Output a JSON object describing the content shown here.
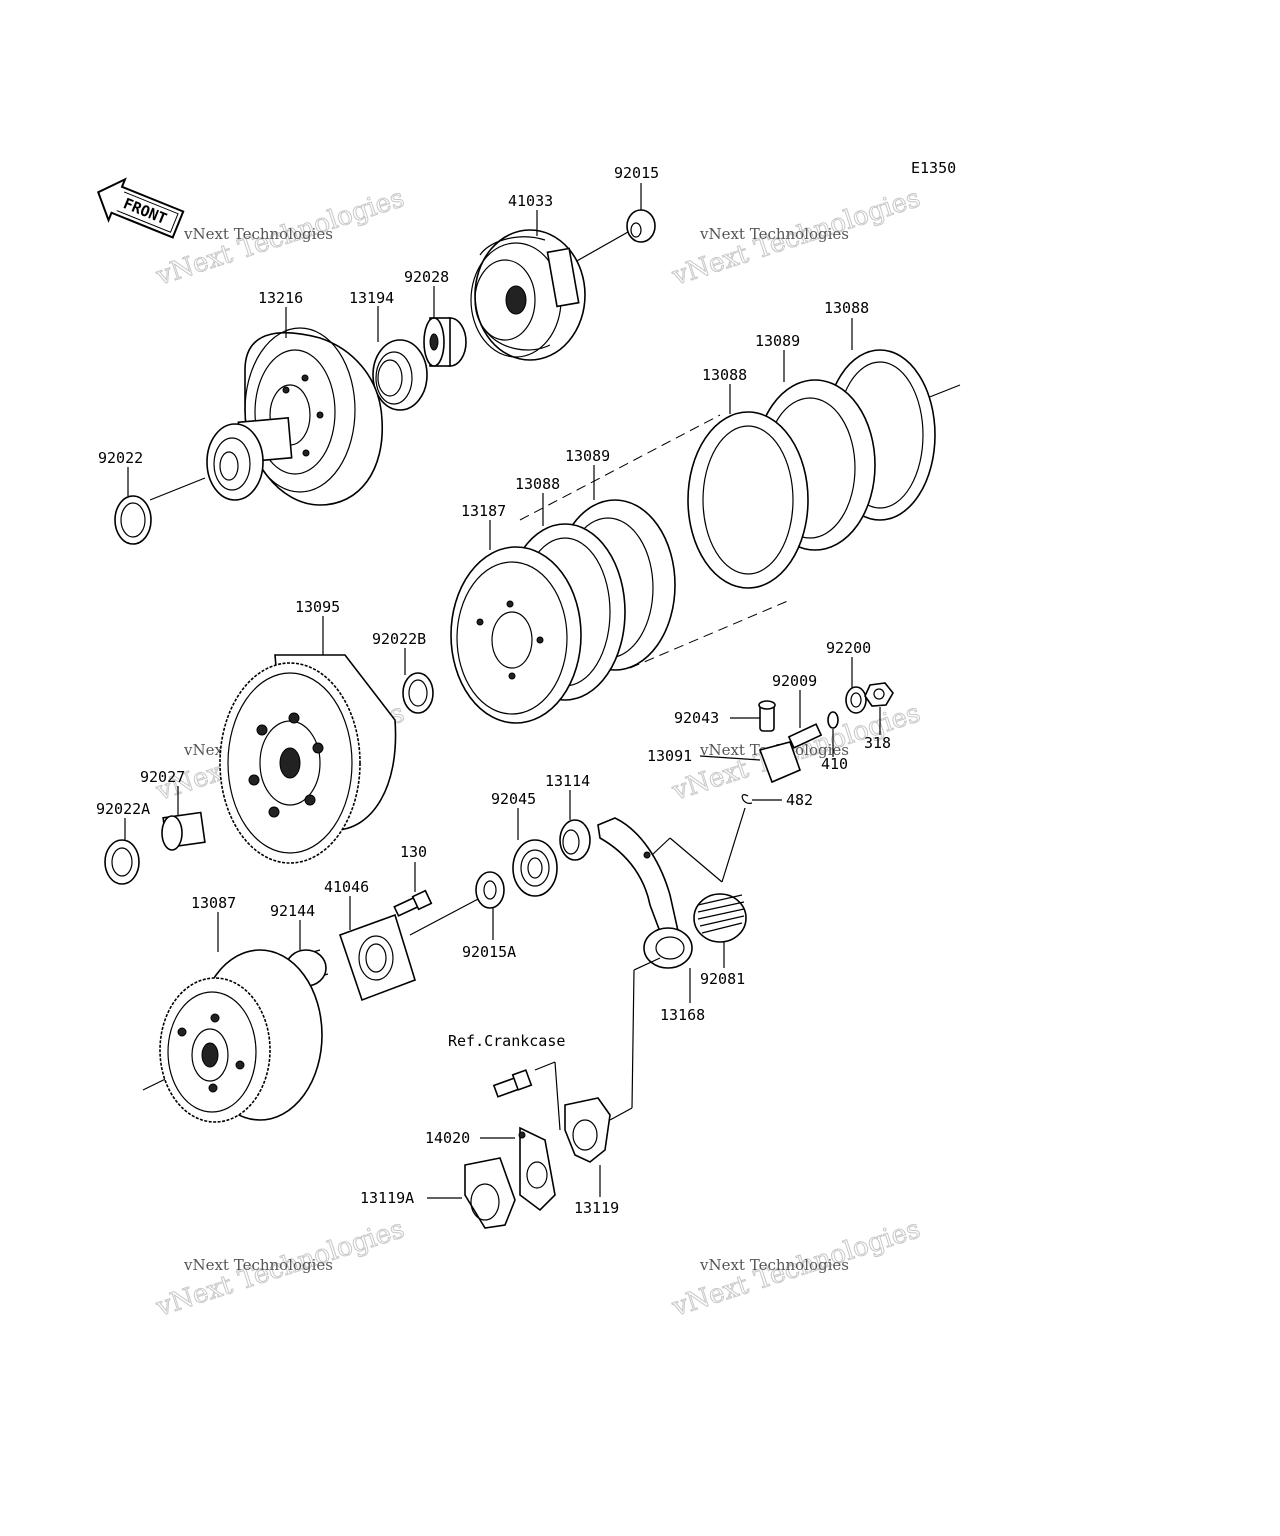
{
  "diagram": {
    "code": "E1350",
    "front_label": "FRONT",
    "reference_note": "Ref.Crankcase",
    "watermark": {
      "line1": "vNext Technologies",
      "line2": "vNext Technologies"
    },
    "part_labels": [
      "92015",
      "41033",
      "92028",
      "13194",
      "13216",
      "92022",
      "13088",
      "13089",
      "13088",
      "13089",
      "13088",
      "13187",
      "13095",
      "92022B",
      "92027",
      "92022A",
      "92200",
      "92009",
      "92043",
      "13091",
      "318",
      "410",
      "482",
      "13114",
      "92045",
      "130",
      "41046",
      "92144",
      "13087",
      "92015A",
      "92081",
      "13168",
      "14020",
      "13119A",
      "13119"
    ]
  }
}
